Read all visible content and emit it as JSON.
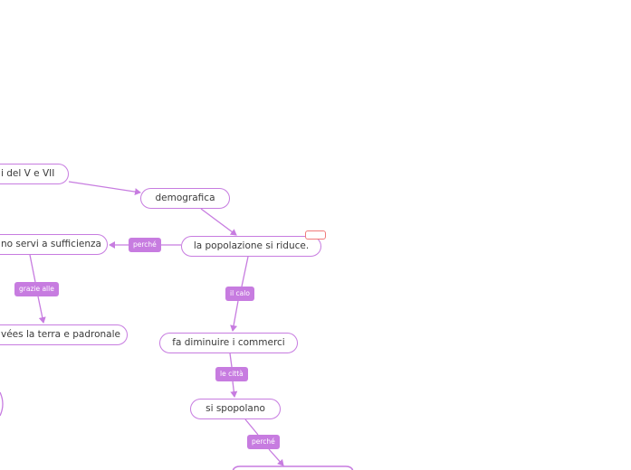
{
  "colors": {
    "accent": "#c77ce0",
    "marker": "#f07a7a",
    "text": "#3a3a3a"
  },
  "nodes": {
    "secoli": "i del V e VII",
    "demografica": "demografica",
    "popolazione": "la popolazione si riduce.",
    "servi": "no servi a sufficienza",
    "terra": "vées la terra e padronale",
    "commerci": "fa diminuire i commerci",
    "spopolano": "si spopolano"
  },
  "labels": {
    "perche_1": "perché",
    "grazie_alle": "grazie alle",
    "il_calo": "il calo",
    "le_citta": "le città",
    "perche_2": "perché"
  }
}
